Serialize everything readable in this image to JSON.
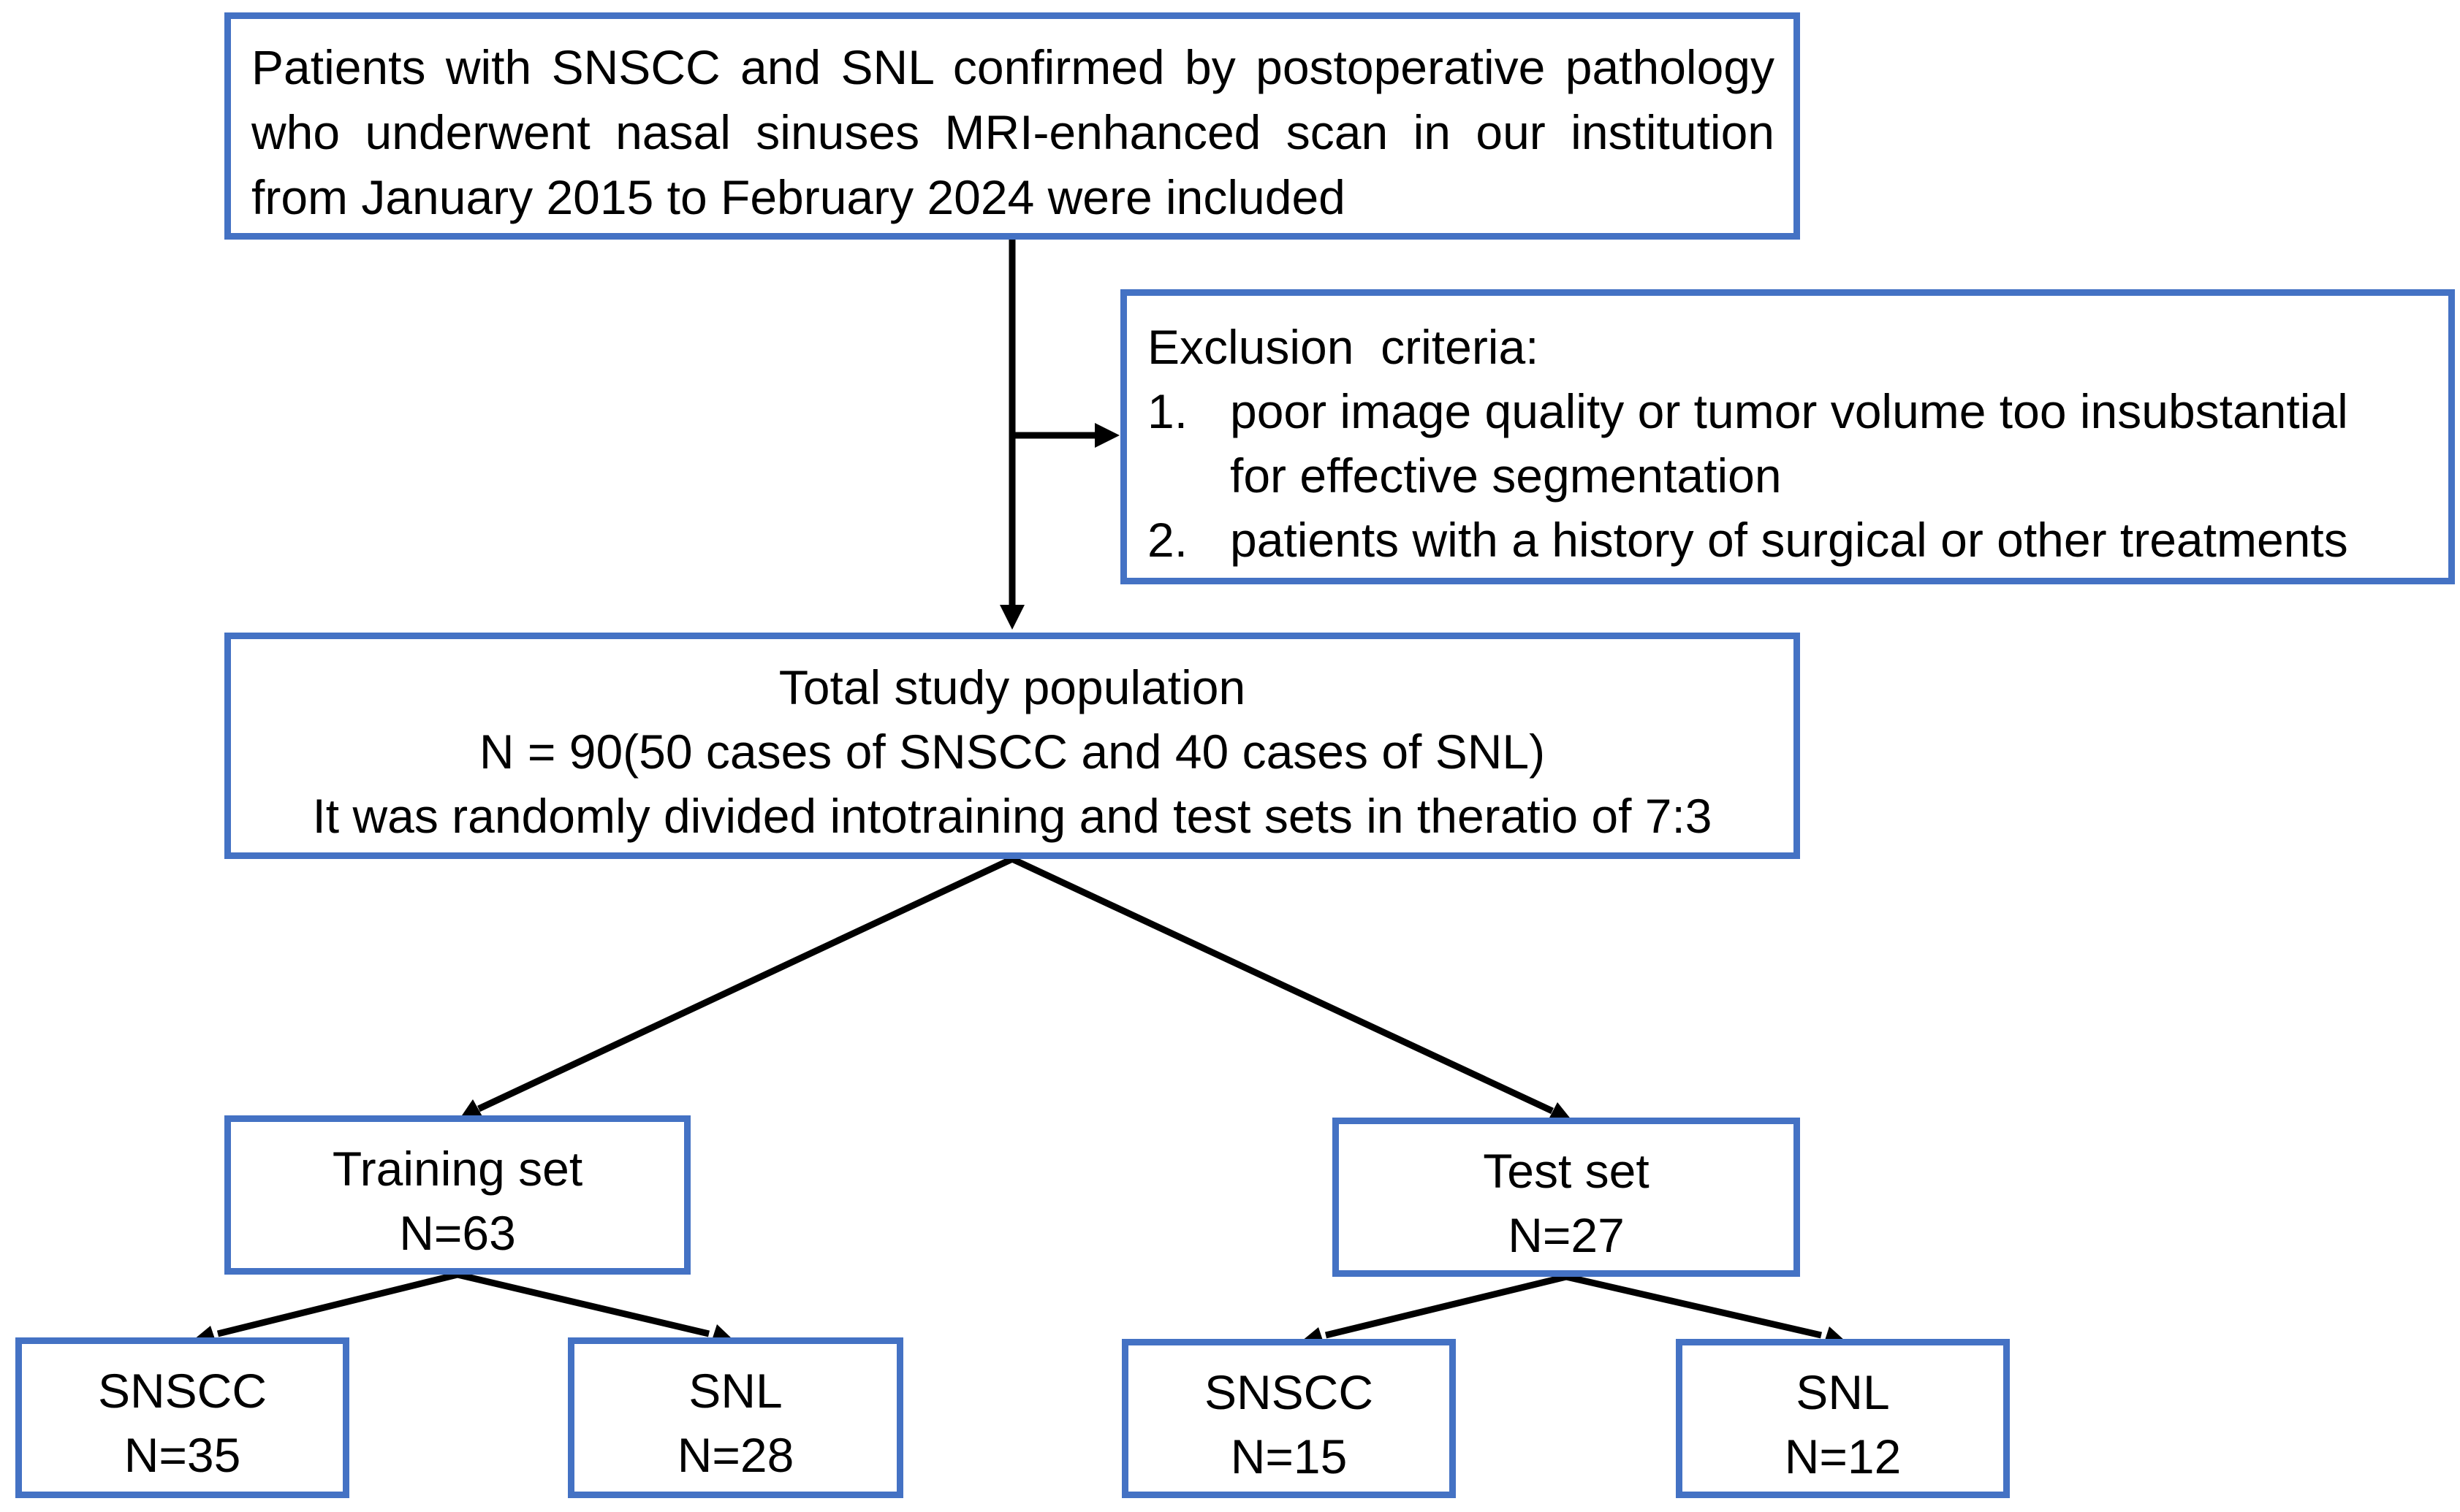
{
  "inclusion": {
    "lines": [
      "Patients with SNSCC and SNL confirmed by postoperative pathology",
      "who underwent nasal sinuses MRI-enhanced scan in our institution",
      "from January 2015 to February 2024 were included"
    ]
  },
  "exclusion": {
    "heading": "Exclusion  criteria:",
    "items": [
      {
        "number": "1.",
        "lines": [
          "poor image quality or tumor volume too insubstantial",
          "for effective segmentation"
        ]
      },
      {
        "number": "2.",
        "lines": [
          "patients with a history of surgical or other treatments"
        ]
      }
    ]
  },
  "total": {
    "title": "Total study population",
    "count": "N = 90(50 cases of SNSCC and 40 cases of SNL)",
    "split": "It was randomly divided intotraining and test sets in theratio of 7:3"
  },
  "training": {
    "title": "Training set",
    "count": "N=63",
    "groups": [
      {
        "label": "SNSCC",
        "count": "N=35"
      },
      {
        "label": "SNL",
        "count": "N=28"
      }
    ]
  },
  "test": {
    "title": "Test set",
    "count": "N=27",
    "groups": [
      {
        "label": "SNSCC",
        "count": "N=15"
      },
      {
        "label": "SNL",
        "count": "N=12"
      }
    ]
  },
  "colors": {
    "box_border": "#4472C4",
    "arrow": "#000000"
  }
}
